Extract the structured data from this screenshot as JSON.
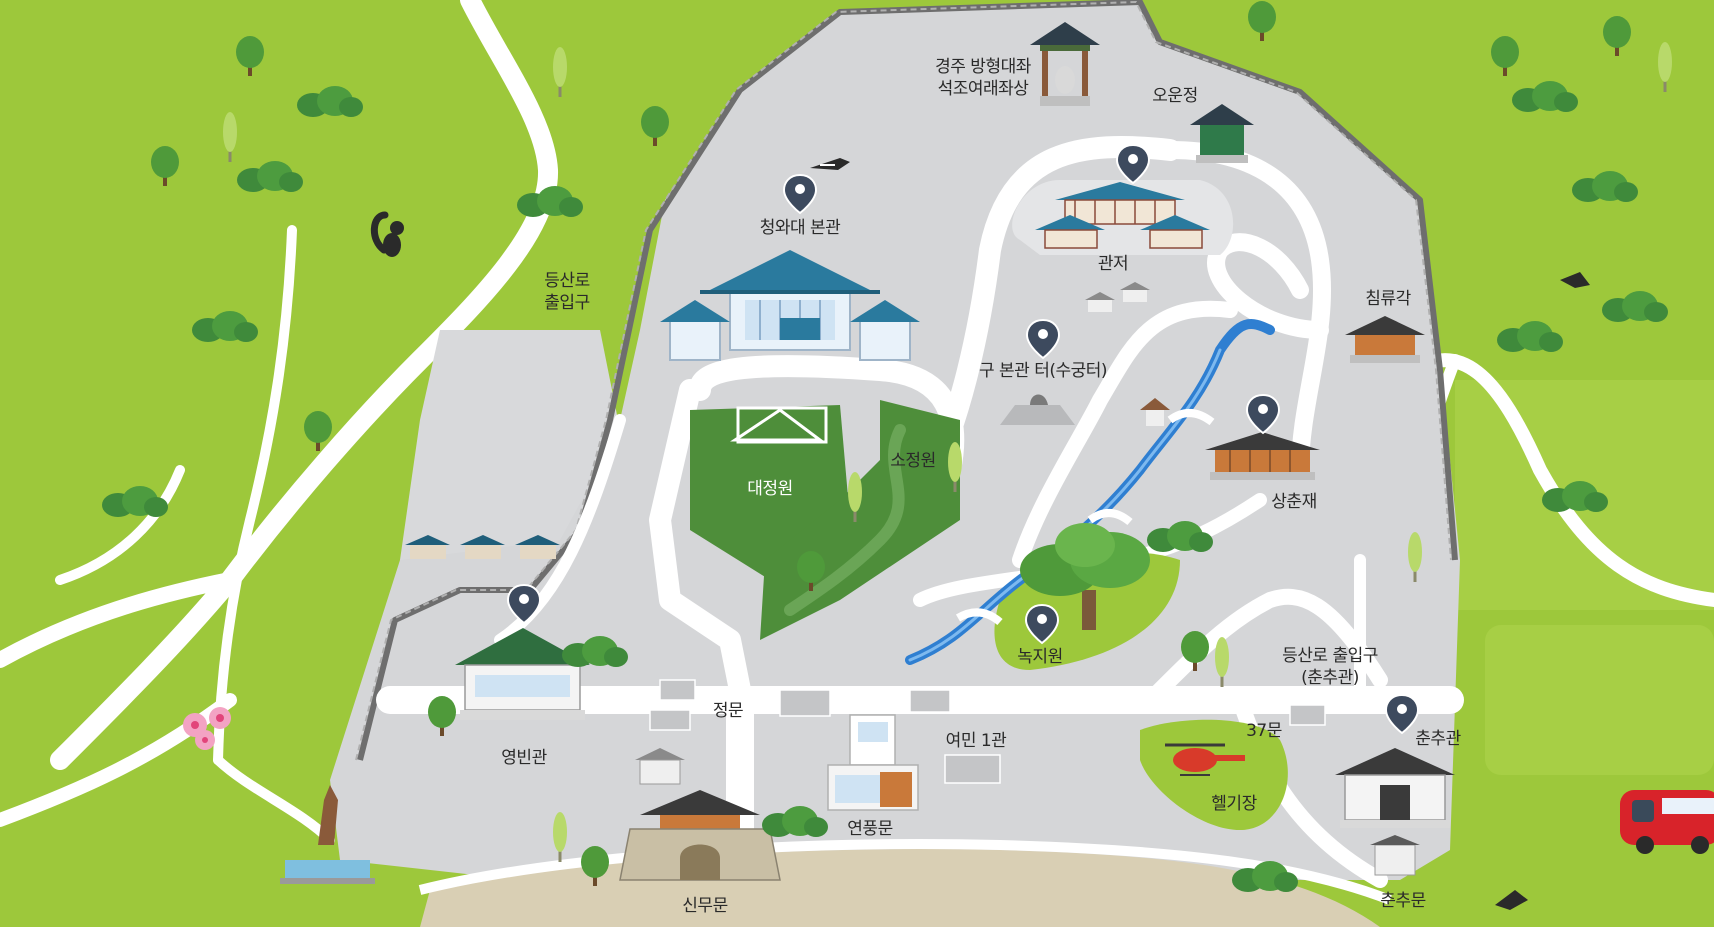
{
  "labels": {
    "main_building": "청와대 본관",
    "trail_entrance_west": "등산로\n출입구",
    "stone_buddha": "경주 방형대좌\n석조여래좌상",
    "oun_pavilion": "오운정",
    "residence": "관저",
    "old_main_site": "구 본관 터(수궁터)",
    "chimnyugak": "침류각",
    "grand_garden": "대정원",
    "small_garden": "소정원",
    "sangchunjae": "상춘재",
    "nokjiwon": "녹지원",
    "trail_entrance_east": "등산로 출입구\n(춘추관)",
    "main_gate": "정문",
    "yeomin_hall": "여민 1관",
    "gate_37": "37문",
    "chunchugwan": "춘추관",
    "yeongbingwan": "영빈관",
    "heliport": "헬기장",
    "yeonpungmun": "연풍문",
    "sinmumun": "신무문",
    "chunchumun": "춘추문"
  },
  "colors": {
    "grass": "#9dc83b",
    "compound_ground": "#d5d6d8",
    "path": "#ffffff",
    "garden": "#4e8e3a",
    "wall": "#6e6e6e",
    "water": "#2f7fd1",
    "marker": "#3d4a5e",
    "roof_blue": "#2a7a9e",
    "sand": "#d9cfb4"
  },
  "icons": {
    "location_marker": "map-pin-icon",
    "tree": "tree-icon",
    "bus": "bus-icon",
    "helicopter": "helicopter-icon",
    "squirrel": "squirrel-icon",
    "magpie": "magpie-icon"
  }
}
